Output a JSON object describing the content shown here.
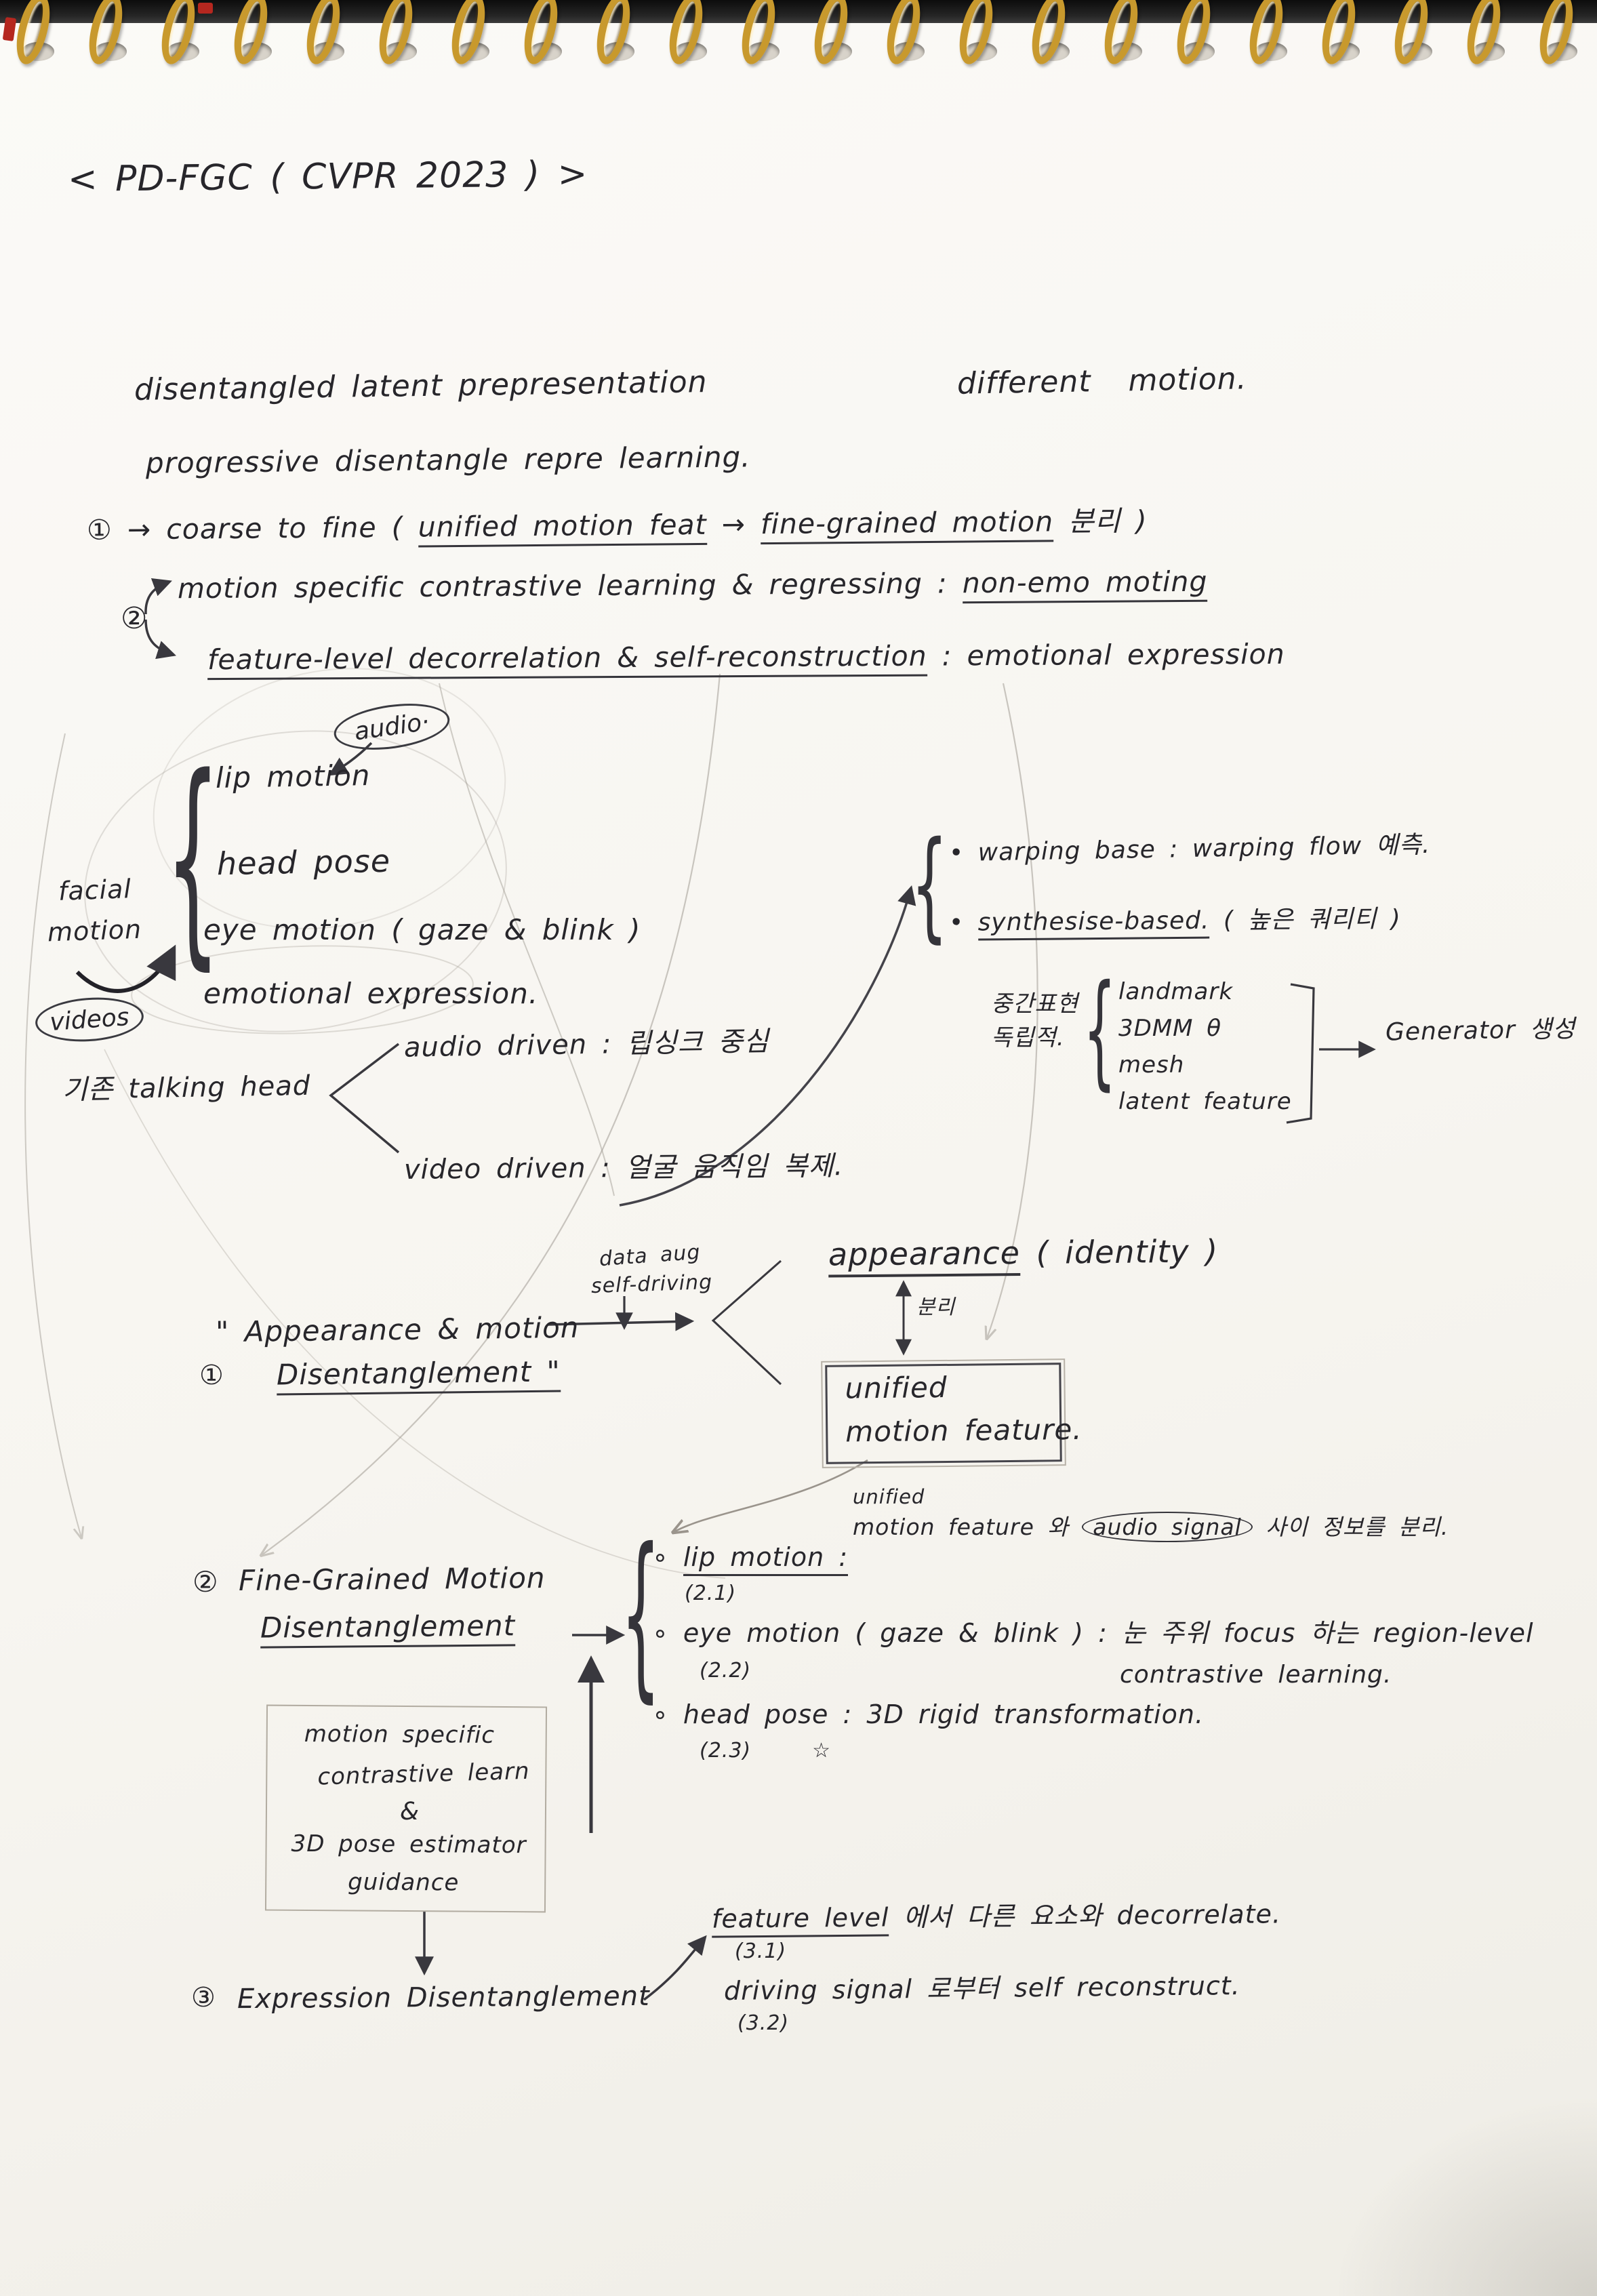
{
  "page_title": "< PD-FGC ( CVPR 2023 ) >",
  "top_notes": {
    "different_motion": "different motion.",
    "line1": "disentangled latent prepresentation",
    "line2": "progressive disentangle repre learning.",
    "p1_num": "①",
    "p1_pre": " → coarse to fine ( ",
    "p1_u1": "unified motion feat",
    "p1_mid": " → ",
    "p1_u2": "fine-grained motion",
    "p1_post": " 분리 )",
    "p2_num": "②",
    "p2_pre": "motion specific contrastive learning & regressing : ",
    "p2_u": "non-emo moting",
    "p3_u": "feature-level decorrelation & self-reconstruction",
    "p3_post": " : emotional expression"
  },
  "facial": {
    "audio_bubble": "audio·",
    "items": [
      "lip motion",
      "head pose",
      "eye motion ( gaze & blink )",
      "emotional expression."
    ],
    "label_l1": "facial",
    "label_l2": "motion",
    "videos_bubble": "videos"
  },
  "talking_head": {
    "label": "기존 talking head",
    "audio_driven": "audio driven",
    "audio_driven_post": " : 립싱크 중심",
    "video_driven": "video driven",
    "video_driven_post": " : 얼굴 움직임 복제."
  },
  "methods": {
    "warping": "• warping base : warping flow 예측.",
    "synth_bullet": "• ",
    "synth_u": "synthesise-based.",
    "synth_post": " ( 높은 쿼리티 )",
    "inter_l1": "중간표현",
    "inter_l2": "독립적.",
    "inter_items": [
      "landmark",
      "3DMM θ",
      "mesh",
      "latent feature"
    ],
    "generator": "Generator 생성"
  },
  "disentangle1": {
    "data_aug": "data aug",
    "self_driving": "self-driving",
    "appearance_u": "appearance",
    "appearance_post": " ( identity )",
    "bunri": "분리",
    "num": "①",
    "quote_l1": "\" Appearance & motion",
    "quote_l2": "Disentanglement \"",
    "box_l1": "unified",
    "box_l2": "motion feature.",
    "note_l1": "unified",
    "note_pre": "motion feature 와 ",
    "note_circled": "audio signal",
    "note_post": " 사이 정보를 분리."
  },
  "disentangle2": {
    "num": "②",
    "title_l1": "Fine-Grained Motion",
    "title_l2": "Disentanglement",
    "item1_bullet": "∘ ",
    "item1_u": "lip motion :",
    "item1_sub": "(2.1)",
    "item2_bullet": "∘ ",
    "item2_text": "eye motion ( gaze & blink ) : 눈 주위 focus 하는 region-level",
    "item2_sub": "(2.2)",
    "item2_cont": "contrastive learning.",
    "item3_bullet": "∘ ",
    "item3_text": "head pose : 3D rigid transformation.",
    "item3_sub": "(2.3)",
    "item3_star": "☆",
    "box_l1": "motion specific",
    "box_l2": "contrastive learn",
    "box_l3": "&",
    "box_l4": "3D pose estimator",
    "box_l5": "guidance"
  },
  "disentangle3": {
    "num": "③",
    "title": "Expression Disentanglement",
    "feat_u": "feature level",
    "feat_post": " 에서 다른 요소와 decorrelate.",
    "feat_sub": "(3.1)",
    "driving": "driving signal 로부터 self reconstruct.",
    "driving_sub": "(3.2)"
  }
}
